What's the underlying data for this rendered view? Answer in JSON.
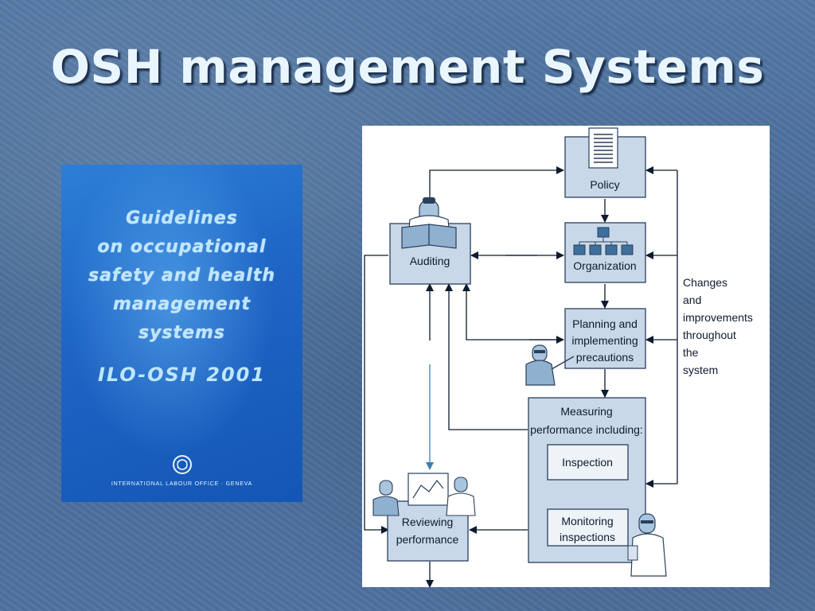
{
  "slide": {
    "title": "OSH management Systems"
  },
  "book": {
    "title_lines": [
      "Guidelines",
      "on occupational",
      "safety and health",
      "management",
      "systems"
    ],
    "code": "ILO-OSH 2001",
    "publisher": "INTERNATIONAL LABOUR OFFICE · GENEVA"
  },
  "diagram": {
    "boxes": {
      "policy": "Policy",
      "organization": "Organization",
      "auditing": "Auditing",
      "planning": [
        "Planning and",
        "implementing",
        "precautions"
      ],
      "measuring": [
        "Measuring",
        "performance including:"
      ],
      "inspection": "Inspection",
      "monitoring": [
        "Monitoring",
        "inspections"
      ],
      "reviewing": [
        "Reviewing",
        "performance"
      ]
    },
    "side_note": [
      "Changes",
      "and",
      "improvements",
      "throughout",
      "the",
      "system"
    ]
  },
  "colors": {
    "box_fill": "#c9d8e8",
    "box_stroke": "#2a3f5c",
    "arrow": "#0d1b2e",
    "highlight_arrow": "#3f7fb0"
  }
}
